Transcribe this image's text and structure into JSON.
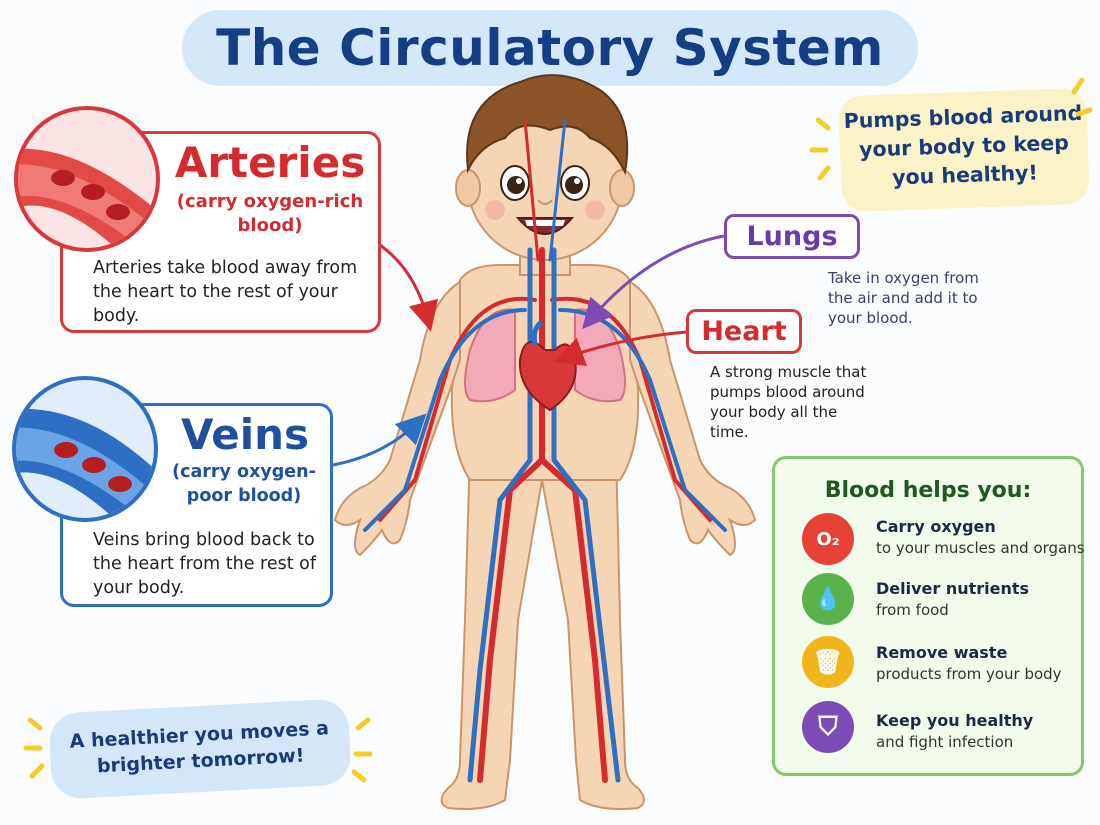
{
  "title": "The Circulatory System",
  "arteries": {
    "title": "Arteries",
    "subtitle": "(carry oxygen-rich blood)",
    "description": "Arteries take blood away from the heart to the rest of your body."
  },
  "veins": {
    "title": "Veins",
    "subtitle": "(carry oxygen-poor blood)",
    "description": "Veins bring blood back to the heart from the rest of your body."
  },
  "lungs": {
    "label": "Lungs",
    "description": "Take in oxygen from the air and add it to your blood."
  },
  "heart": {
    "label": "Heart",
    "description": "A strong muscle that pumps blood around your body all the time."
  },
  "callout_pumps": "Pumps blood around your body to keep you healthy!",
  "callout_healthier": "A healthier you moves a brighter tomorrow!",
  "blood_helps": {
    "title": "Blood helps you:",
    "items": [
      {
        "heading": "Carry oxygen",
        "detail": "to your muscles and organs",
        "icon": "oxygen-o2-icon",
        "glyph": "O₂",
        "color": "#e64235"
      },
      {
        "heading": "Deliver nutrients",
        "detail": "from food",
        "icon": "nutrient-drop-icon",
        "glyph": "💧",
        "color": "#5ab34a"
      },
      {
        "heading": "Remove waste",
        "detail": "products from your body",
        "icon": "trash-can-icon",
        "glyph": "🗑",
        "color": "#f2b61d"
      },
      {
        "heading": "Keep you healthy",
        "detail": "and fight infection",
        "icon": "shield-icon",
        "glyph": "⛉",
        "color": "#7d4bb6"
      }
    ]
  },
  "colors": {
    "artery_red": "#d42b2e",
    "vein_blue": "#2d6fc2",
    "lungs_purple": "#7d4bb6",
    "title_navy": "#153e85",
    "help_green": "#86c96a",
    "skin": "#f6d5b5"
  }
}
